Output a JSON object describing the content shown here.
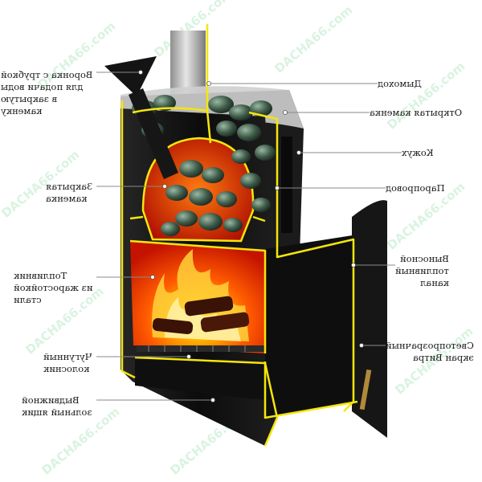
{
  "colors": {
    "outline": "#f5e60a",
    "leader": "#8a8a8a",
    "body": "#141414",
    "fire": "#ff5a00",
    "stone": "#3d5a48",
    "chimney": "#b9b9b9",
    "watermark": "#4fc87a"
  },
  "labels": {
    "funnel": [
      "Воронка с трубкой",
      "для подачи воды",
      "в закрытую",
      "каменку"
    ],
    "chimney": [
      "Дымоход"
    ],
    "open_heater": [
      "Открытая каменка"
    ],
    "casing": [
      "Кожух"
    ],
    "closed_heater": [
      "Закрытая",
      "каменка"
    ],
    "steam_duct": [
      "Паропровод"
    ],
    "firebox": [
      "Топливник",
      "из жаростойкой",
      "стали"
    ],
    "tunnel": [
      "Выносной",
      "топливный",
      "канал"
    ],
    "grate": [
      "Чугунный",
      "колосник"
    ],
    "glass": [
      "Светопрозрачный",
      "экран Витра"
    ],
    "ash_box": [
      "Выдвижной",
      "зольный ящик"
    ]
  },
  "watermark": {
    "text": "DACHA66.com"
  }
}
